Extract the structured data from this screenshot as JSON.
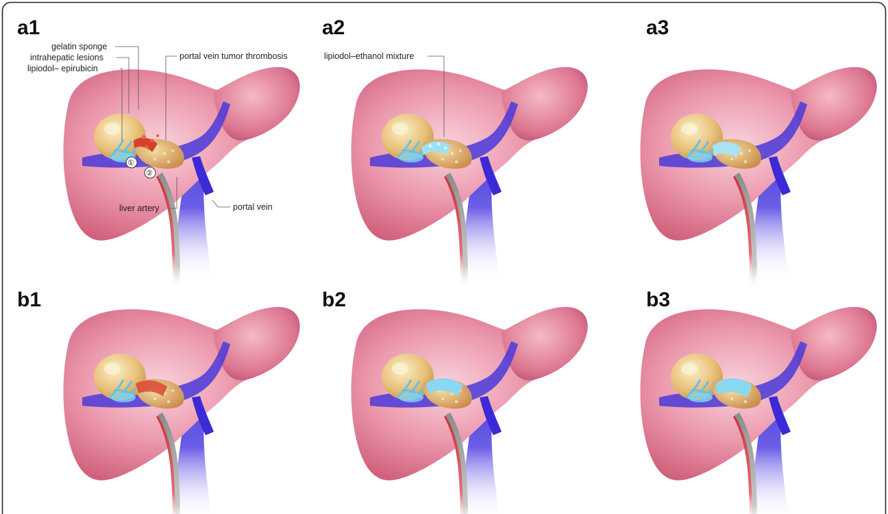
{
  "panels": {
    "a1": {
      "label": "a1"
    },
    "a2": {
      "label": "a2"
    },
    "a3": {
      "label": "a3"
    },
    "b1": {
      "label": "b1"
    },
    "b2": {
      "label": "b2"
    },
    "b3": {
      "label": "b3"
    }
  },
  "callouts": {
    "gelatin_sponge": "gelatin sponge",
    "intrahepatic_lesions": "intrahepatic lesions",
    "lipiodol_epirubicin": "lipiodol– epirubicin",
    "portal_vein_tumor_thrombosis": "portal vein tumor thrombosis",
    "liver_artery": "liver artery",
    "portal_vein": "portal vein",
    "lipiodol_ethanol_mixture": "lipiodol–ethanol mixture"
  },
  "markers": {
    "m1": "①",
    "m2": "②"
  },
  "colors": {
    "liver": "#e07a92",
    "liver_light": "#f7c3cf",
    "liver_dark": "#b04a66",
    "portal_vein": "#4a39d8",
    "artery": "#c8323a",
    "catheter": "#9a9a9a",
    "tumor": "#e8c27a",
    "lipiodol": "#5fc3ea"
  }
}
